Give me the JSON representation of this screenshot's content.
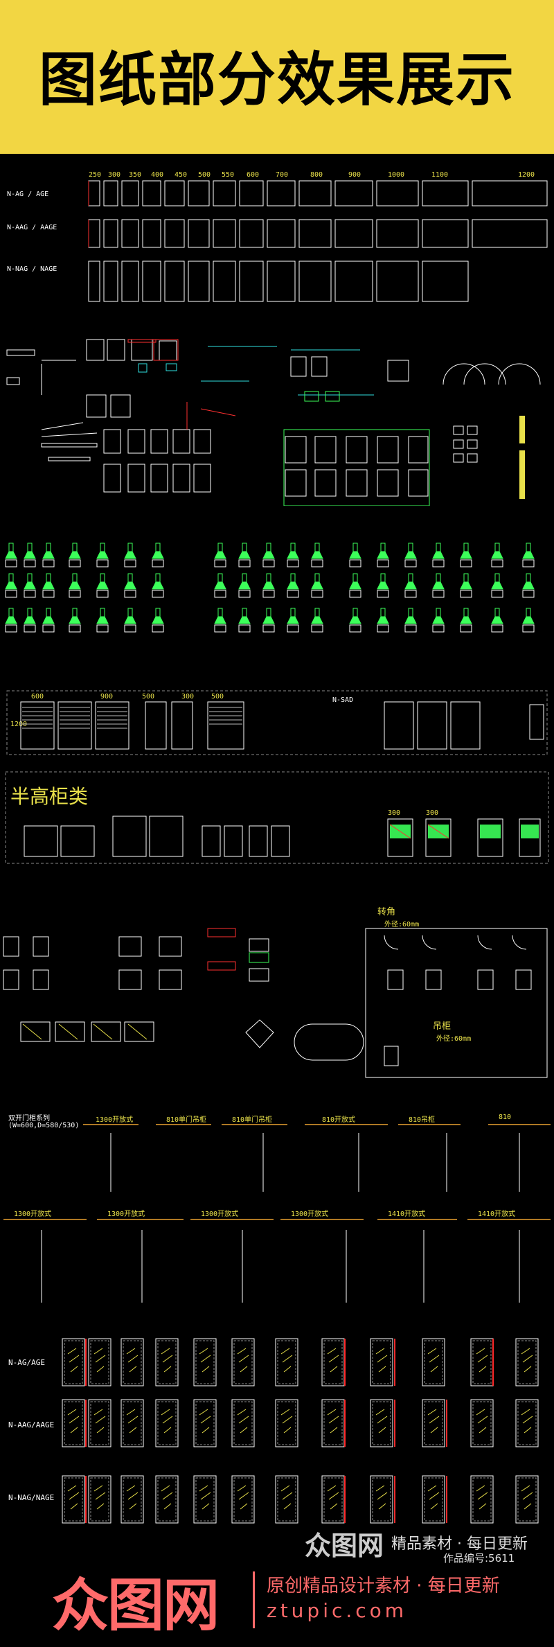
{
  "banner": {
    "title": "图纸部分效果展示"
  },
  "sec1": {
    "row_labels": [
      "N-AG / AGE",
      "N-AAG / AAGE",
      "N-NAG / NAGE"
    ],
    "top_dims": [
      "250",
      "300",
      "350",
      "400",
      "450",
      "500",
      "550",
      "600",
      "700",
      "800",
      "900",
      "1000",
      "1100",
      "1200"
    ]
  },
  "sec4": {
    "dims": [
      "600",
      "900",
      "500",
      "300",
      "500",
      "1200"
    ],
    "side_label": "N-SAD"
  },
  "sec5": {
    "title": "半高柜类",
    "dims": [
      "300",
      "300"
    ]
  },
  "sec6": {
    "label1": "转角",
    "label2": "吊柜",
    "note1": "外径:60mm",
    "note2": "外径:60mm"
  },
  "sec7": {
    "header_lines": [
      "双开门柜系列",
      "(W=600,D=580/530)"
    ],
    "titles_row1": [
      "1300开放式",
      "810单门吊柜",
      "810单门吊柜",
      "810开放式",
      "810吊柜",
      "810"
    ],
    "titles_row2": [
      "1300开放式",
      "1300开放式",
      "1300开放式",
      "1300开放式",
      "1410开放式",
      "1410开放式"
    ]
  },
  "sec8": {
    "row_labels": [
      "N-AG/AGE",
      "N-AAG/AAGE",
      "N-NAG/NAGE"
    ]
  },
  "watermark": {
    "logo_text": "众图网",
    "line1": "精品素材 · 每日更新",
    "line2": "作品编号:5611",
    "slogan": "原创精品设计素材 · 每日更新",
    "url": "ztupic.com"
  }
}
